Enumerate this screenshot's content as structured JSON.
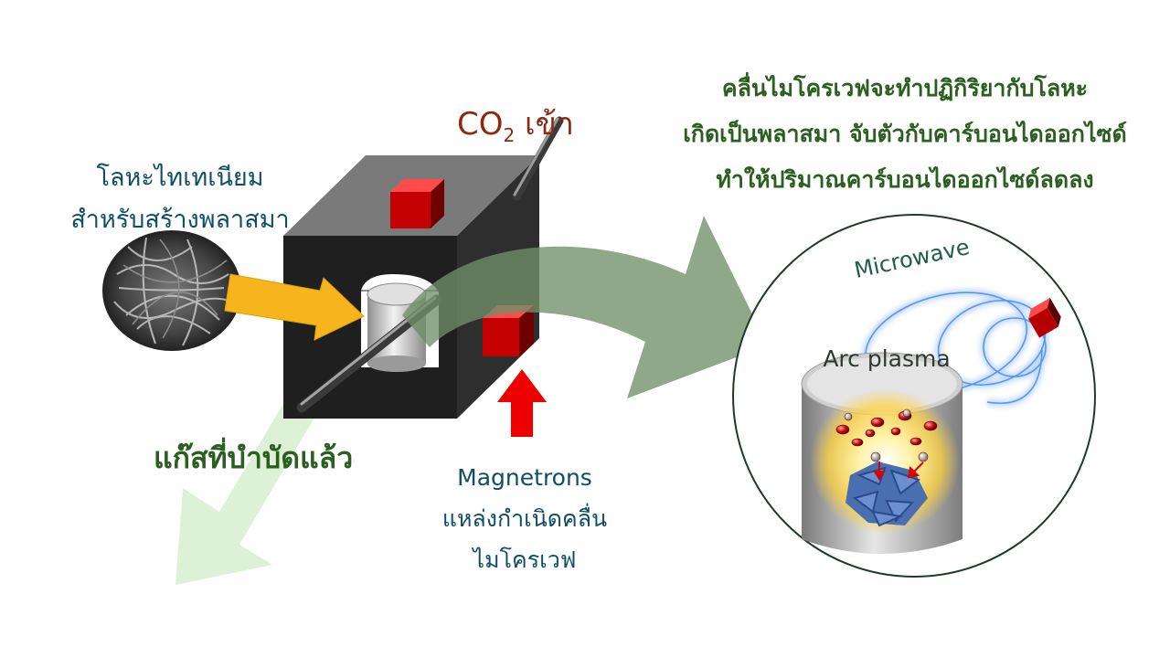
{
  "labels": {
    "titanium_line1": "โลหะไทเทเนียม",
    "titanium_line2": "สำหรับสร้างพลาสมา",
    "co2_prefix": "CO",
    "co2_sub": "2",
    "co2_suffix": " เข้า",
    "treated_gas": "แก๊สที่บำบัดแล้ว",
    "magnetrons_line1": "Magnetrons",
    "magnetrons_line2": "แหล่งกำเนิดคลื่น",
    "magnetrons_line3": "ไมโครเวฟ",
    "description_line1": "คลื่นไมโครเวฟจะทำปฏิกิริยากับโลหะ",
    "description_line2": "เกิดเป็นพลาสมา จับตัวกับคาร์บอนไดออกไซด์",
    "description_line3": "ทำให้ปริมาณคาร์บอนไดออกไซด์ลดลง",
    "arc_plasma": "Arc plasma",
    "microwave": "Microwave"
  },
  "colors": {
    "label_teal": "#0f4e68",
    "label_green": "#2b5f1f",
    "label_brown": "#8a2b10",
    "box_gray": "#5a5a5a",
    "magnetron_red": "#c40000",
    "arrow_yellow": "#f7b51d",
    "arrow_red": "#ee0000",
    "arrow_green": "#7c9a78",
    "arrow_lightgreen": "#d8f0d2",
    "microwave_blue": "#4b8ff0"
  }
}
